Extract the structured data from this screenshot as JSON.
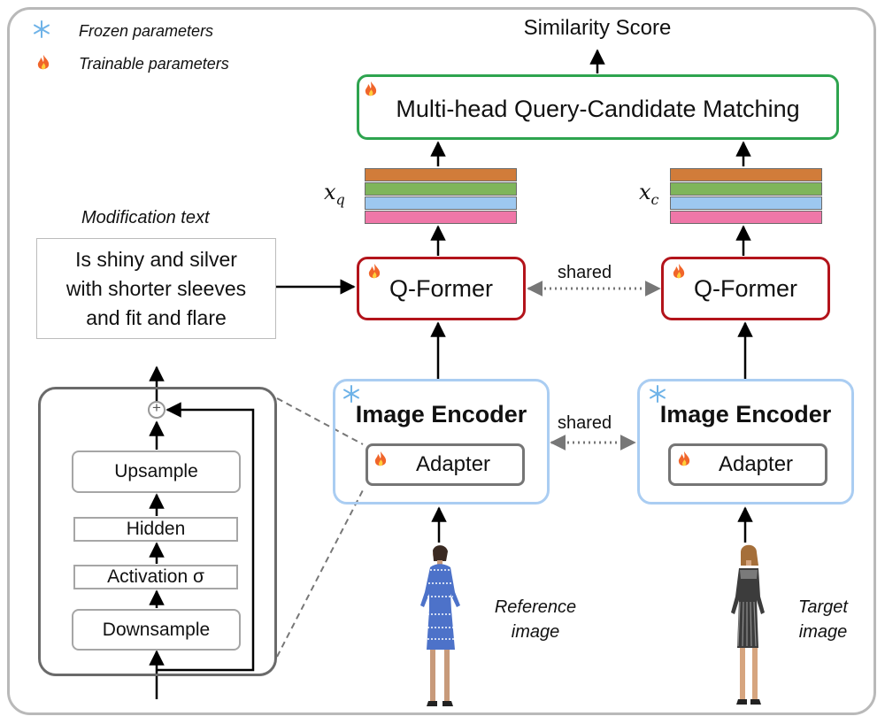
{
  "legend": {
    "frozen": "Frozen parameters",
    "trainable": "Trainable parameters"
  },
  "output_label": "Similarity Score",
  "matching_label": "Multi-head Query-Candidate Matching",
  "xq_label": "x_q",
  "xc_label": "x_c",
  "modification_label": "Modification text",
  "modification_text": [
    "Is shiny and silver",
    "with shorter sleeves",
    "and fit and flare"
  ],
  "qformer_label": "Q-Former",
  "shared_label": "shared",
  "encoder_label": "Image Encoder",
  "adapter_label": "Adapter",
  "adapter_detail": {
    "upsample": "Upsample",
    "hidden": "Hidden",
    "activation": "Activation σ",
    "downsample": "Downsample",
    "plus": "+"
  },
  "reference_caption": [
    "Reference",
    "image"
  ],
  "target_caption": [
    "Target",
    "image"
  ],
  "colors": {
    "matching_border": "#2ea44f",
    "qformer_border": "#b3141b",
    "encoder_border": "#aacdf2",
    "bar_orange": "#d17c3a",
    "bar_green": "#7fb55b",
    "bar_blue": "#9dc8f0",
    "bar_pink": "#ef77a8"
  }
}
